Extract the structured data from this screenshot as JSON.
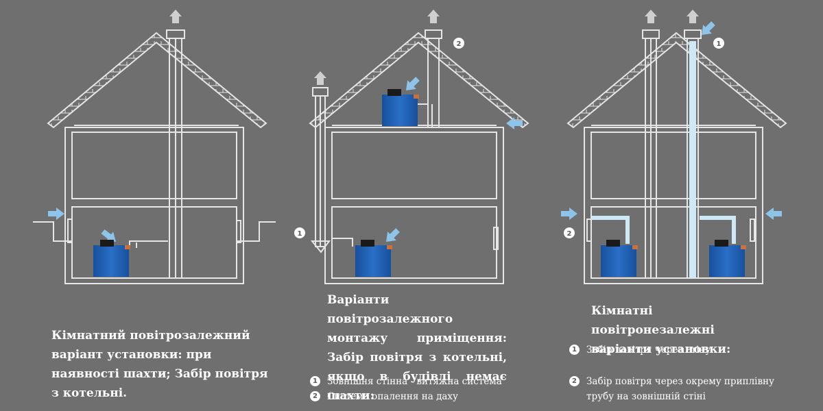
{
  "colors": {
    "background": "#6f6f6f",
    "lines": "#e6e6e6",
    "boiler": "#1e5fb4",
    "air_arrow": "#8ec4ea",
    "supply_duct": "#cfe8f6"
  },
  "icons": {
    "boiler": "boiler-unit-icon",
    "air_in": "air-intake-arrow-icon",
    "exhaust": "exhaust-up-arrow-icon"
  },
  "panels": {
    "left": {
      "caption": "Кімнатний повітрозалежний варіант установки: при наявності шахти; Забір повітря з котельні."
    },
    "middle": {
      "caption": "Варіанти повітрозалежного монтажу приміщення: Забір повітря з котельні, якщо в будівлі немає шахти:",
      "badge_labels": [
        "1",
        "2"
      ],
      "notes": [
        {
          "num": "1",
          "text": "Зовнішня стінна - витяжна система"
        },
        {
          "num": "2",
          "text": "Система опалення на даху"
        }
      ]
    },
    "right": {
      "caption": "Кімнатні повітронезалежні варіанти установки:",
      "badge_labels": [
        "1",
        "2"
      ],
      "notes": [
        {
          "num": "1",
          "text": "Забір повітря через стіну"
        },
        {
          "num": "2",
          "text": "Забір повітря через окрему приплівну трубу на зовнішній стіні"
        }
      ]
    }
  }
}
